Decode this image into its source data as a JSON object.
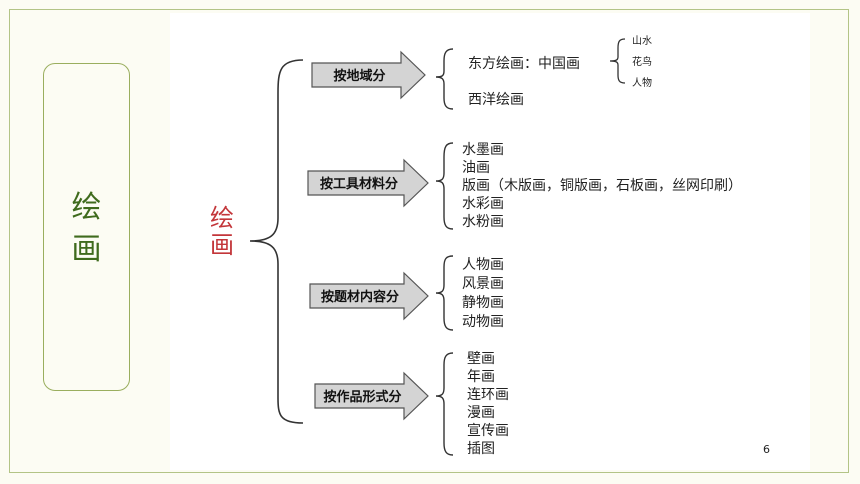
{
  "side_title": [
    "绘",
    "画"
  ],
  "root_label": [
    "绘",
    "画"
  ],
  "categories": [
    {
      "label": "按地域分",
      "items": [
        "东方绘画：中国画",
        "西洋绘画"
      ],
      "sub_items": [
        "山水",
        "花鸟",
        "人物"
      ]
    },
    {
      "label": "按工具材料分",
      "items": [
        "水墨画",
        "油画",
        "版画（木版画，铜版画，石板画，丝网印刷）",
        "水彩画",
        "水粉画"
      ]
    },
    {
      "label": "按题材内容分",
      "items": [
        "人物画",
        "风景画",
        "静物画",
        "动物画"
      ]
    },
    {
      "label": "按作品形式分",
      "items": [
        "壁画",
        "年画",
        "连环画",
        "漫画",
        "宣传画",
        "插图"
      ]
    }
  ],
  "page_number": "6"
}
